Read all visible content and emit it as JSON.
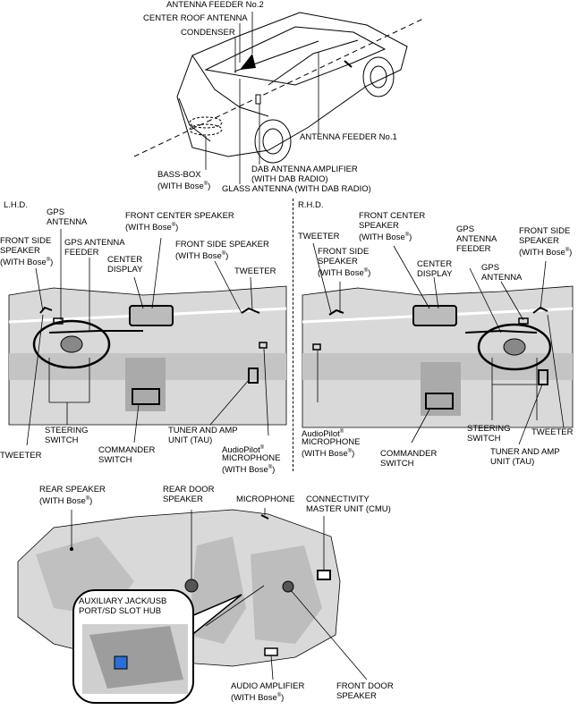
{
  "top": {
    "labels": {
      "antenna_feeder_2": "ANTENNA FEEDER No.2",
      "center_roof_antenna": "CENTER ROOF ANTENNA",
      "condenser": "CONDENSER",
      "antenna_feeder_1": "ANTENNA FEEDER No.1",
      "bass_box": "BASS-BOX",
      "bass_box_note": "(WITH Bose",
      "dab_amp": "DAB ANTENNA AMPLIFIER",
      "dab_amp_note": "(WITH DAB RADIO)",
      "glass_antenna": "GLASS ANTENNA (WITH DAB RADIO)"
    }
  },
  "lhd": {
    "title": "L.H.D.",
    "labels": {
      "gps_antenna_1": "GPS",
      "gps_antenna_2": "ANTENNA",
      "front_center_speaker": "FRONT CENTER SPEAKER",
      "front_center_note": "(WITH Bose",
      "front_side_speaker_l_1": "FRONT SIDE",
      "front_side_speaker_l_2": "SPEAKER",
      "front_side_speaker_l_note": "(WITH Bose",
      "gps_feeder_1": "GPS ANTENNA",
      "gps_feeder_2": "FEEDER",
      "center_display_1": "CENTER",
      "center_display_2": "DISPLAY",
      "front_side_speaker_r": "FRONT SIDE SPEAKER",
      "front_side_speaker_r_note": "(WITH Bose",
      "tweeter_r": "TWEETER",
      "steering_switch_1": "STEERING",
      "steering_switch_2": "SWITCH",
      "tuner_1": "TUNER AND AMP",
      "tuner_2": "UNIT (TAU)",
      "commander_1": "COMMANDER",
      "commander_2": "SWITCH",
      "audiopilot_1": "AudioPilot",
      "audiopilot_2": "MICROPHONE",
      "audiopilot_note": "(WITH Bose",
      "tweeter_l": "TWEETER"
    }
  },
  "rhd": {
    "title": "R.H.D.",
    "labels": {
      "tweeter_l": "TWEETER",
      "front_side_speaker_1": "FRONT SIDE",
      "front_side_speaker_2": "SPEAKER",
      "front_side_speaker_note": "(WITH Bose",
      "front_center_1": "FRONT CENTER",
      "front_center_2": "SPEAKER",
      "front_center_note": "(WITH Bose",
      "center_display_1": "CENTER",
      "center_display_2": "DISPLAY",
      "gps_feeder_1": "GPS",
      "gps_feeder_2": "ANTENNA",
      "gps_feeder_3": "FEEDER",
      "gps_antenna_1": "GPS",
      "gps_antenna_2": "ANTENNA",
      "front_side_r_1": "FRONT SIDE",
      "front_side_r_2": "SPEAKER",
      "front_side_r_note": "(WITH Bose",
      "audiopilot_1": "AudioPilot",
      "audiopilot_2": "MICROPHONE",
      "audiopilot_note": "(WITH Bose",
      "commander_1": "COMMANDER",
      "commander_2": "SWITCH",
      "steering_1": "STEERING",
      "steering_2": "SWITCH",
      "tweeter_r": "TWEETER",
      "tuner_1": "TUNER AND AMP",
      "tuner_2": "UNIT (TAU)"
    }
  },
  "bottom": {
    "labels": {
      "rear_speaker": "REAR SPEAKER",
      "rear_speaker_note": "(WITH Bose",
      "rear_door_1": "REAR DOOR",
      "rear_door_2": "SPEAKER",
      "microphone": "MICROPHONE",
      "cmu_1": "CONNECTIVITY",
      "cmu_2": "MASTER UNIT (CMU)",
      "aux_1": "AUXILIARY JACK/USB",
      "aux_2": "PORT/SD SLOT HUB",
      "audio_amp_1": "AUDIO AMPLIFIER",
      "audio_amp_note": "(WITH Bose",
      "front_door_1": "FRONT DOOR",
      "front_door_2": "SPEAKER"
    }
  },
  "symbols": {
    "registered": "®",
    "close_paren": ")"
  }
}
